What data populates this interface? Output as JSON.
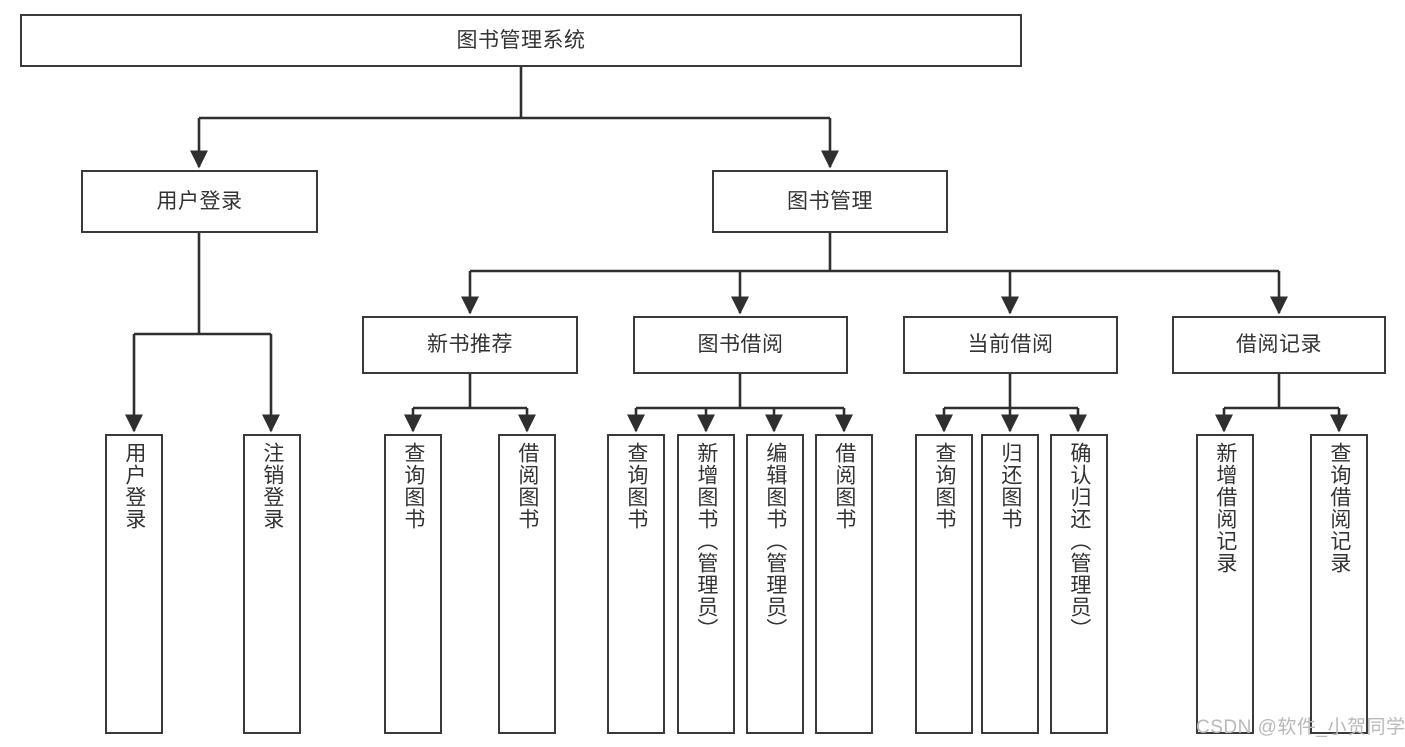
{
  "diagram": {
    "title": "图书管理系统",
    "type": "tree-hierarchy",
    "watermark": "CSDN @软件_小贺同学",
    "colors": {
      "box_border": "#3a3a3a",
      "box_fill": "#ffffff",
      "text": "#333333",
      "connector": "#2f2f2f",
      "watermark": "#b9b9b9",
      "background": "#ffffff"
    },
    "root": {
      "label": "图书管理系统"
    },
    "level2": [
      {
        "label": "用户登录"
      },
      {
        "label": "图书管理"
      }
    ],
    "level3": [
      {
        "label": "新书推荐"
      },
      {
        "label": "图书借阅"
      },
      {
        "label": "当前借阅"
      },
      {
        "label": "借阅记录"
      }
    ],
    "leaves": {
      "user_login": [
        {
          "label": "用户登录"
        },
        {
          "label": "注销登录"
        }
      ],
      "new_book_recommend": [
        {
          "label": "查询图书"
        },
        {
          "label": "借阅图书"
        }
      ],
      "book_borrow": [
        {
          "label": "查询图书"
        },
        {
          "label": "新增图书（管理员）"
        },
        {
          "label": "编辑图书（管理员）"
        },
        {
          "label": "借阅图书"
        }
      ],
      "current_borrow": [
        {
          "label": "查询图书"
        },
        {
          "label": "归还图书"
        },
        {
          "label": "确认归还（管理员）"
        }
      ],
      "borrow_record": [
        {
          "label": "新增借阅记录"
        },
        {
          "label": "查询借阅记录"
        }
      ]
    }
  }
}
